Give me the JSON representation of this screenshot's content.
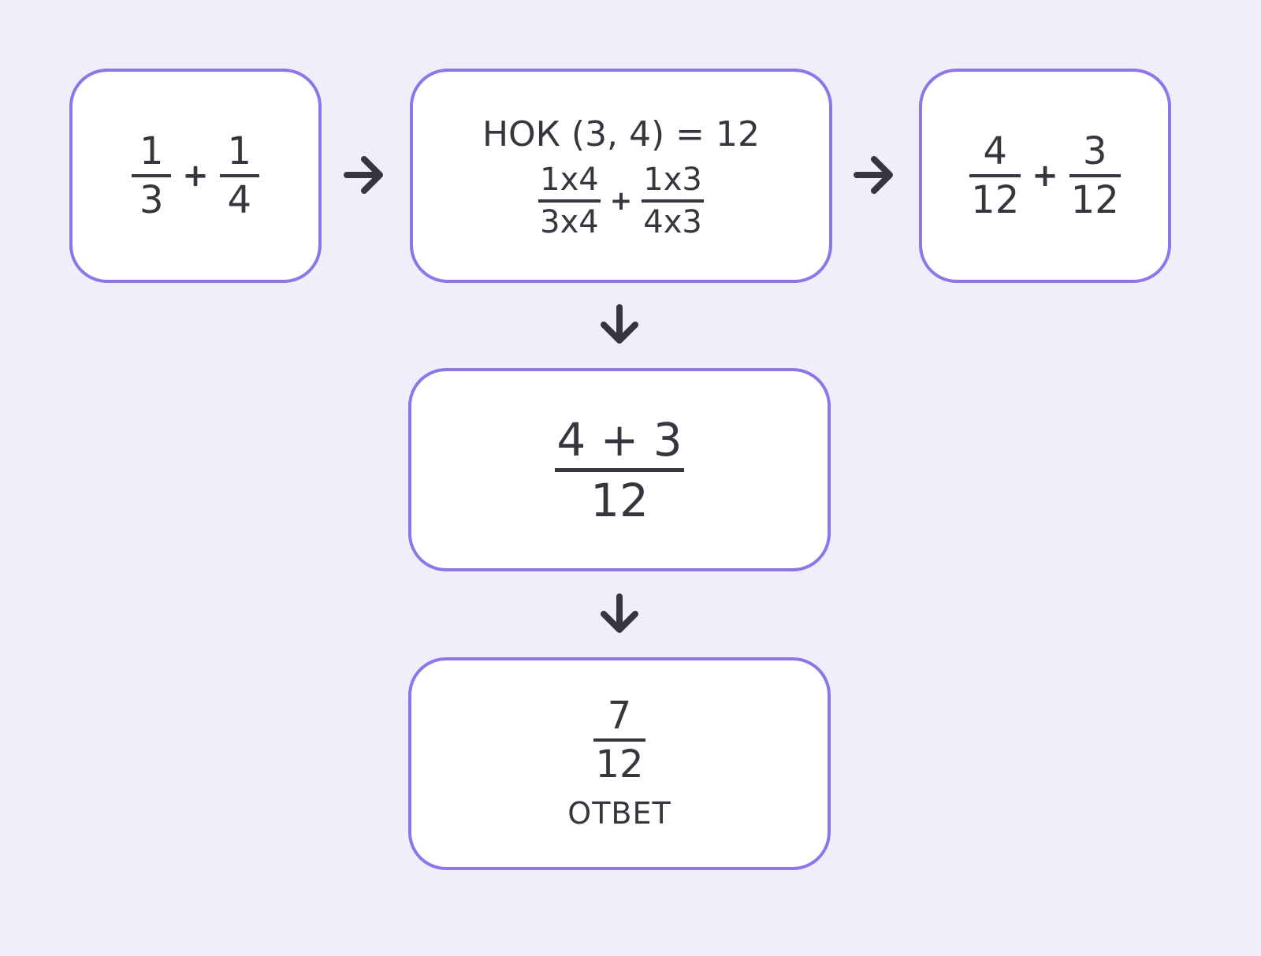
{
  "step1": {
    "a": {
      "num": "1",
      "den": "3"
    },
    "op": "+",
    "b": {
      "num": "1",
      "den": "4"
    }
  },
  "step2": {
    "lcm": "НОК (3, 4) = 12",
    "a": {
      "num": "1x4",
      "den": "3x4"
    },
    "op": "+",
    "b": {
      "num": "1x3",
      "den": "4x3"
    }
  },
  "step3": {
    "a": {
      "num": "4",
      "den": "12"
    },
    "op": "+",
    "b": {
      "num": "3",
      "den": "12"
    }
  },
  "step4": {
    "num": "4 + 3",
    "den": "12"
  },
  "step5": {
    "num": "7",
    "den": "12",
    "label": "ОТВЕТ"
  },
  "colors": {
    "background": "#f0eefb",
    "card_border": "#8e75ea",
    "text": "#38353f"
  },
  "icons": [
    "arrow-right-icon",
    "arrow-right-icon",
    "arrow-down-icon",
    "arrow-down-icon"
  ]
}
